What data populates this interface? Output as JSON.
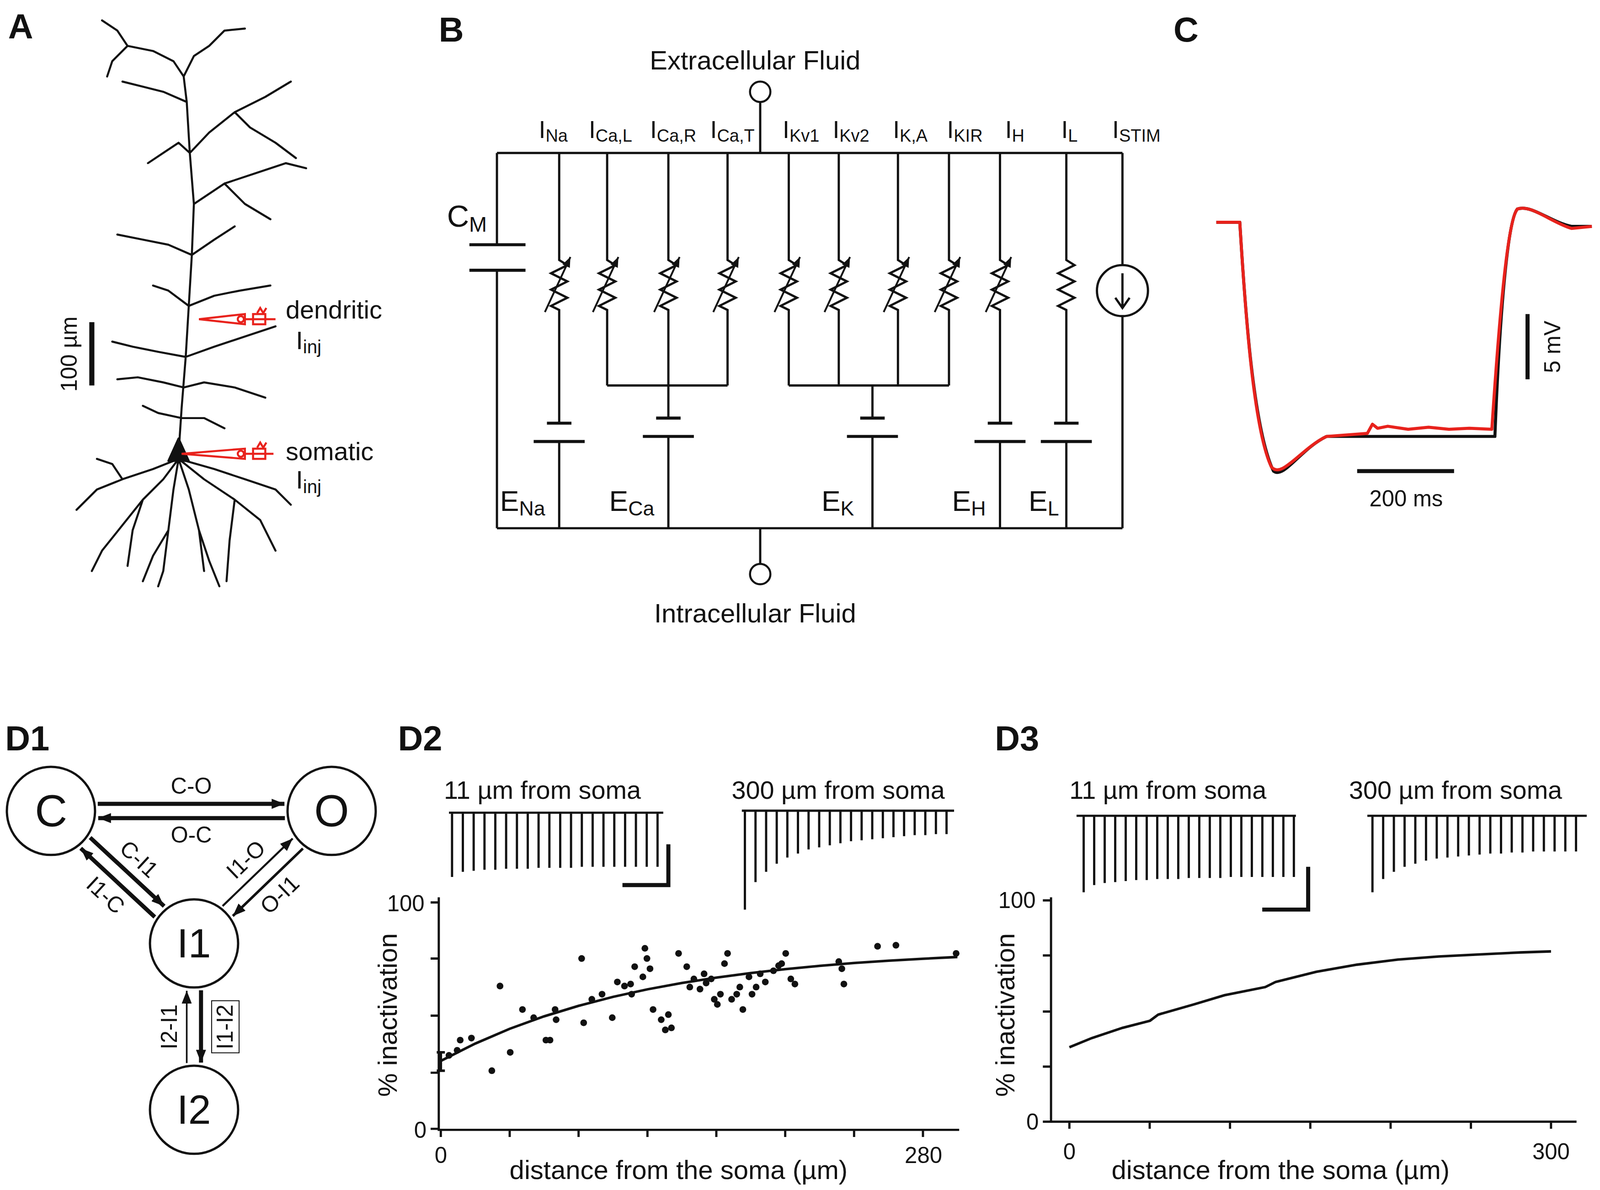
{
  "diagram": {
    "nodes": [
      {
        "text": [
          "C"
        ]
      },
      {
        "text": [
          "O"
        ]
      },
      {
        "text": [
          "I1"
        ]
      },
      {
        "text": [
          "I2"
        ]
      }
    ],
    "edges": [
      {
        "from": 0,
        "to": 1,
        "arrow": "to",
        "label": "C-O"
      },
      {
        "from": 1,
        "to": 0,
        "arrow": "to",
        "label": "O-C"
      },
      {
        "from": 0,
        "to": 2,
        "arrow": "to",
        "label": "C-I1"
      },
      {
        "from": 2,
        "to": 0,
        "arrow": "to",
        "label": "I1-C"
      },
      {
        "from": 2,
        "to": 1,
        "arrow": "to",
        "label": "I1-O"
      },
      {
        "from": 1,
        "to": 2,
        "arrow": "to",
        "label": "O-I1"
      },
      {
        "from": 3,
        "to": 2,
        "arrow": "to",
        "label": "I2-I1"
      },
      {
        "from": 2,
        "to": 3,
        "arrow": "to",
        "label": "I1-I2"
      }
    ],
    "labels": [
      "A",
      "100 µm",
      "dendritic",
      "I",
      "inj",
      "somatic",
      "I",
      "inj",
      "B",
      "Extracellular Fluid",
      "C",
      "M",
      "I",
      "Na",
      "I",
      "Ca,L",
      "I",
      "Ca,R",
      "I",
      "Ca,T",
      "I",
      "Kv1",
      "I",
      "Kv2",
      "I",
      "K,A",
      "I",
      "KIR",
      "I",
      "H",
      "I",
      "L",
      "I",
      "STIM",
      "E",
      "Na",
      "E",
      "Ca",
      "E",
      "K",
      "E",
      "H",
      "E",
      "L",
      "Intracellular Fluid",
      "C",
      "5 mV",
      "200 ms",
      "D1",
      "D2",
      "11 µm from soma",
      "300 µm from soma",
      "100",
      "0",
      "% inactivation",
      "0",
      "280",
      "distance from the soma (µm)",
      "D3",
      "11 µm from soma",
      "300 µm from soma",
      "100",
      "0",
      "% inactivation",
      "0",
      "300",
      "distance from the soma (µm)"
    ]
  }
}
